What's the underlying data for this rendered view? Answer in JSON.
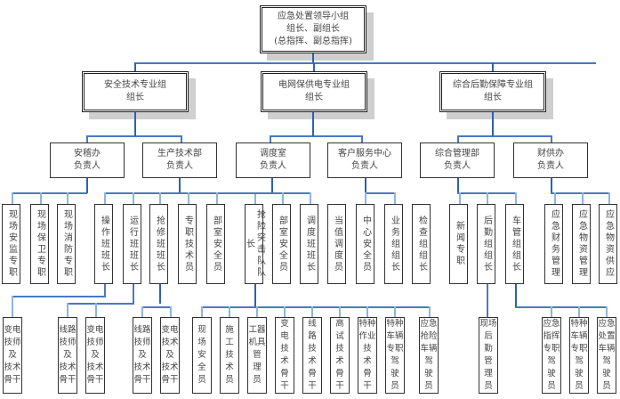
{
  "root": {
    "lines": [
      "应急处置领导小组",
      "组长、副组长",
      "(总指挥、副总指挥)"
    ]
  },
  "groups": [
    {
      "lines": [
        "安全技术专业组",
        "组长"
      ]
    },
    {
      "lines": [
        "电网保供电专业组",
        "组长"
      ]
    },
    {
      "lines": [
        "综合后勤保障专业组",
        "组长"
      ]
    }
  ],
  "departments": [
    {
      "lines": [
        "安稽办",
        "负责人"
      ]
    },
    {
      "lines": [
        "生产技术部",
        "负责人"
      ]
    },
    {
      "lines": [
        "调度室",
        "负责人"
      ]
    },
    {
      "lines": [
        "客户服务中心",
        "负责人"
      ]
    },
    {
      "lines": [
        "综合管理部",
        "负责人"
      ]
    },
    {
      "lines": [
        "财供办",
        "负责人"
      ]
    }
  ],
  "roles": [
    {
      "text": "现场安监专职"
    },
    {
      "text": "现场保卫专职"
    },
    {
      "text": "现场消防专职"
    },
    {
      "text": "操作班班长"
    },
    {
      "text": "运行班班长"
    },
    {
      "text": "抢修班班长"
    },
    {
      "text": "专职技术员"
    },
    {
      "text": "部室安全员"
    },
    {
      "text": "抢险突击队队长",
      "first_row": "抢险",
      "rest": "突击队队长"
    },
    {
      "text": "部室安全员"
    },
    {
      "text": "调度班班长"
    },
    {
      "text": "当值调度员"
    },
    {
      "text": "中心安全员"
    },
    {
      "text": "业务组组长"
    },
    {
      "text": "检查组组长"
    },
    {
      "text": "新闻专职"
    },
    {
      "text": "后勤组组长"
    },
    {
      "text": "车管组组长"
    },
    {
      "text": "应急财务管理"
    },
    {
      "text": "应急物资管理"
    },
    {
      "text": "应急物资供应"
    }
  ],
  "staff": [
    {
      "rows": [
        "变电",
        "技师",
        "及",
        "技术",
        "骨干"
      ]
    },
    {
      "rows": [
        "线路",
        "技师",
        "及",
        "技术",
        "骨干"
      ]
    },
    {
      "rows": [
        "变电",
        "技师",
        "及",
        "技术",
        "骨干"
      ]
    },
    {
      "rows": [
        "线路",
        "技师",
        "及",
        "技术",
        "骨干"
      ]
    },
    {
      "rows": [
        "变电",
        "技术",
        "及",
        "技术",
        "骨干"
      ]
    },
    {
      "rows": [
        "现",
        "场",
        "安",
        "全",
        "员"
      ]
    },
    {
      "rows": [
        "施",
        "工",
        "技",
        "术",
        "员"
      ]
    },
    {
      "rows": [
        "工器",
        "机具",
        "管",
        "理",
        "员"
      ]
    },
    {
      "rows": [
        "变",
        "电",
        "技",
        "术",
        "骨",
        "干"
      ]
    },
    {
      "rows": [
        "线",
        "路",
        "技",
        "术",
        "骨",
        "干"
      ]
    },
    {
      "rows": [
        "高",
        "试",
        "技",
        "术",
        "骨",
        "干"
      ]
    },
    {
      "rows": [
        "特种",
        "作业",
        "技",
        "术",
        "骨",
        "干"
      ]
    },
    {
      "rows": [
        "特种",
        "车辆",
        "专职",
        "驾",
        "驶",
        "员"
      ]
    },
    {
      "rows": [
        "应急",
        "抢险",
        "车辆",
        "驾",
        "驶",
        "员"
      ]
    },
    {
      "rows": [
        "现场",
        "后",
        "勤",
        "管",
        "理",
        "员"
      ]
    },
    {
      "rows": [
        "应急",
        "指挥",
        "专职",
        "驾",
        "驶",
        "员"
      ]
    },
    {
      "rows": [
        "特种",
        "车辆",
        "专职",
        "驾",
        "驶",
        "员"
      ]
    },
    {
      "rows": [
        "应急",
        "处置",
        "车辆",
        "驾",
        "驶",
        "员"
      ]
    }
  ],
  "colors": {
    "connector": "#4a78c4",
    "connector_light": "#8fb3e3",
    "shadow": "#cfcfcf",
    "border": "#333333"
  }
}
